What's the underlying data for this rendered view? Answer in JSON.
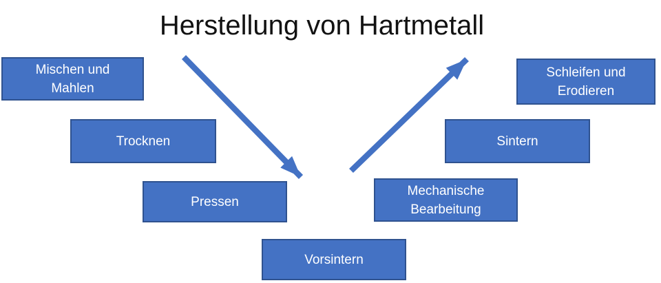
{
  "title": "Herstellung von Hartmetall",
  "steps": [
    {
      "label": "Mischen und\nMahlen"
    },
    {
      "label": "Trocknen"
    },
    {
      "label": "Pressen"
    },
    {
      "label": "Vorsintern"
    },
    {
      "label": "Mechanische\nBearbeitung"
    },
    {
      "label": "Sintern"
    },
    {
      "label": "Schleifen und\nErodieren"
    }
  ],
  "arrows": [
    {
      "name": "diagonal-down-right-arrow"
    },
    {
      "name": "diagonal-up-right-arrow"
    }
  ],
  "colors": {
    "box_fill": "#4472C4",
    "box_border": "#2F528F",
    "box_text": "#FFFFFF",
    "arrow": "#4472C4",
    "title_text": "#121212",
    "background": "#FFFFFF"
  }
}
